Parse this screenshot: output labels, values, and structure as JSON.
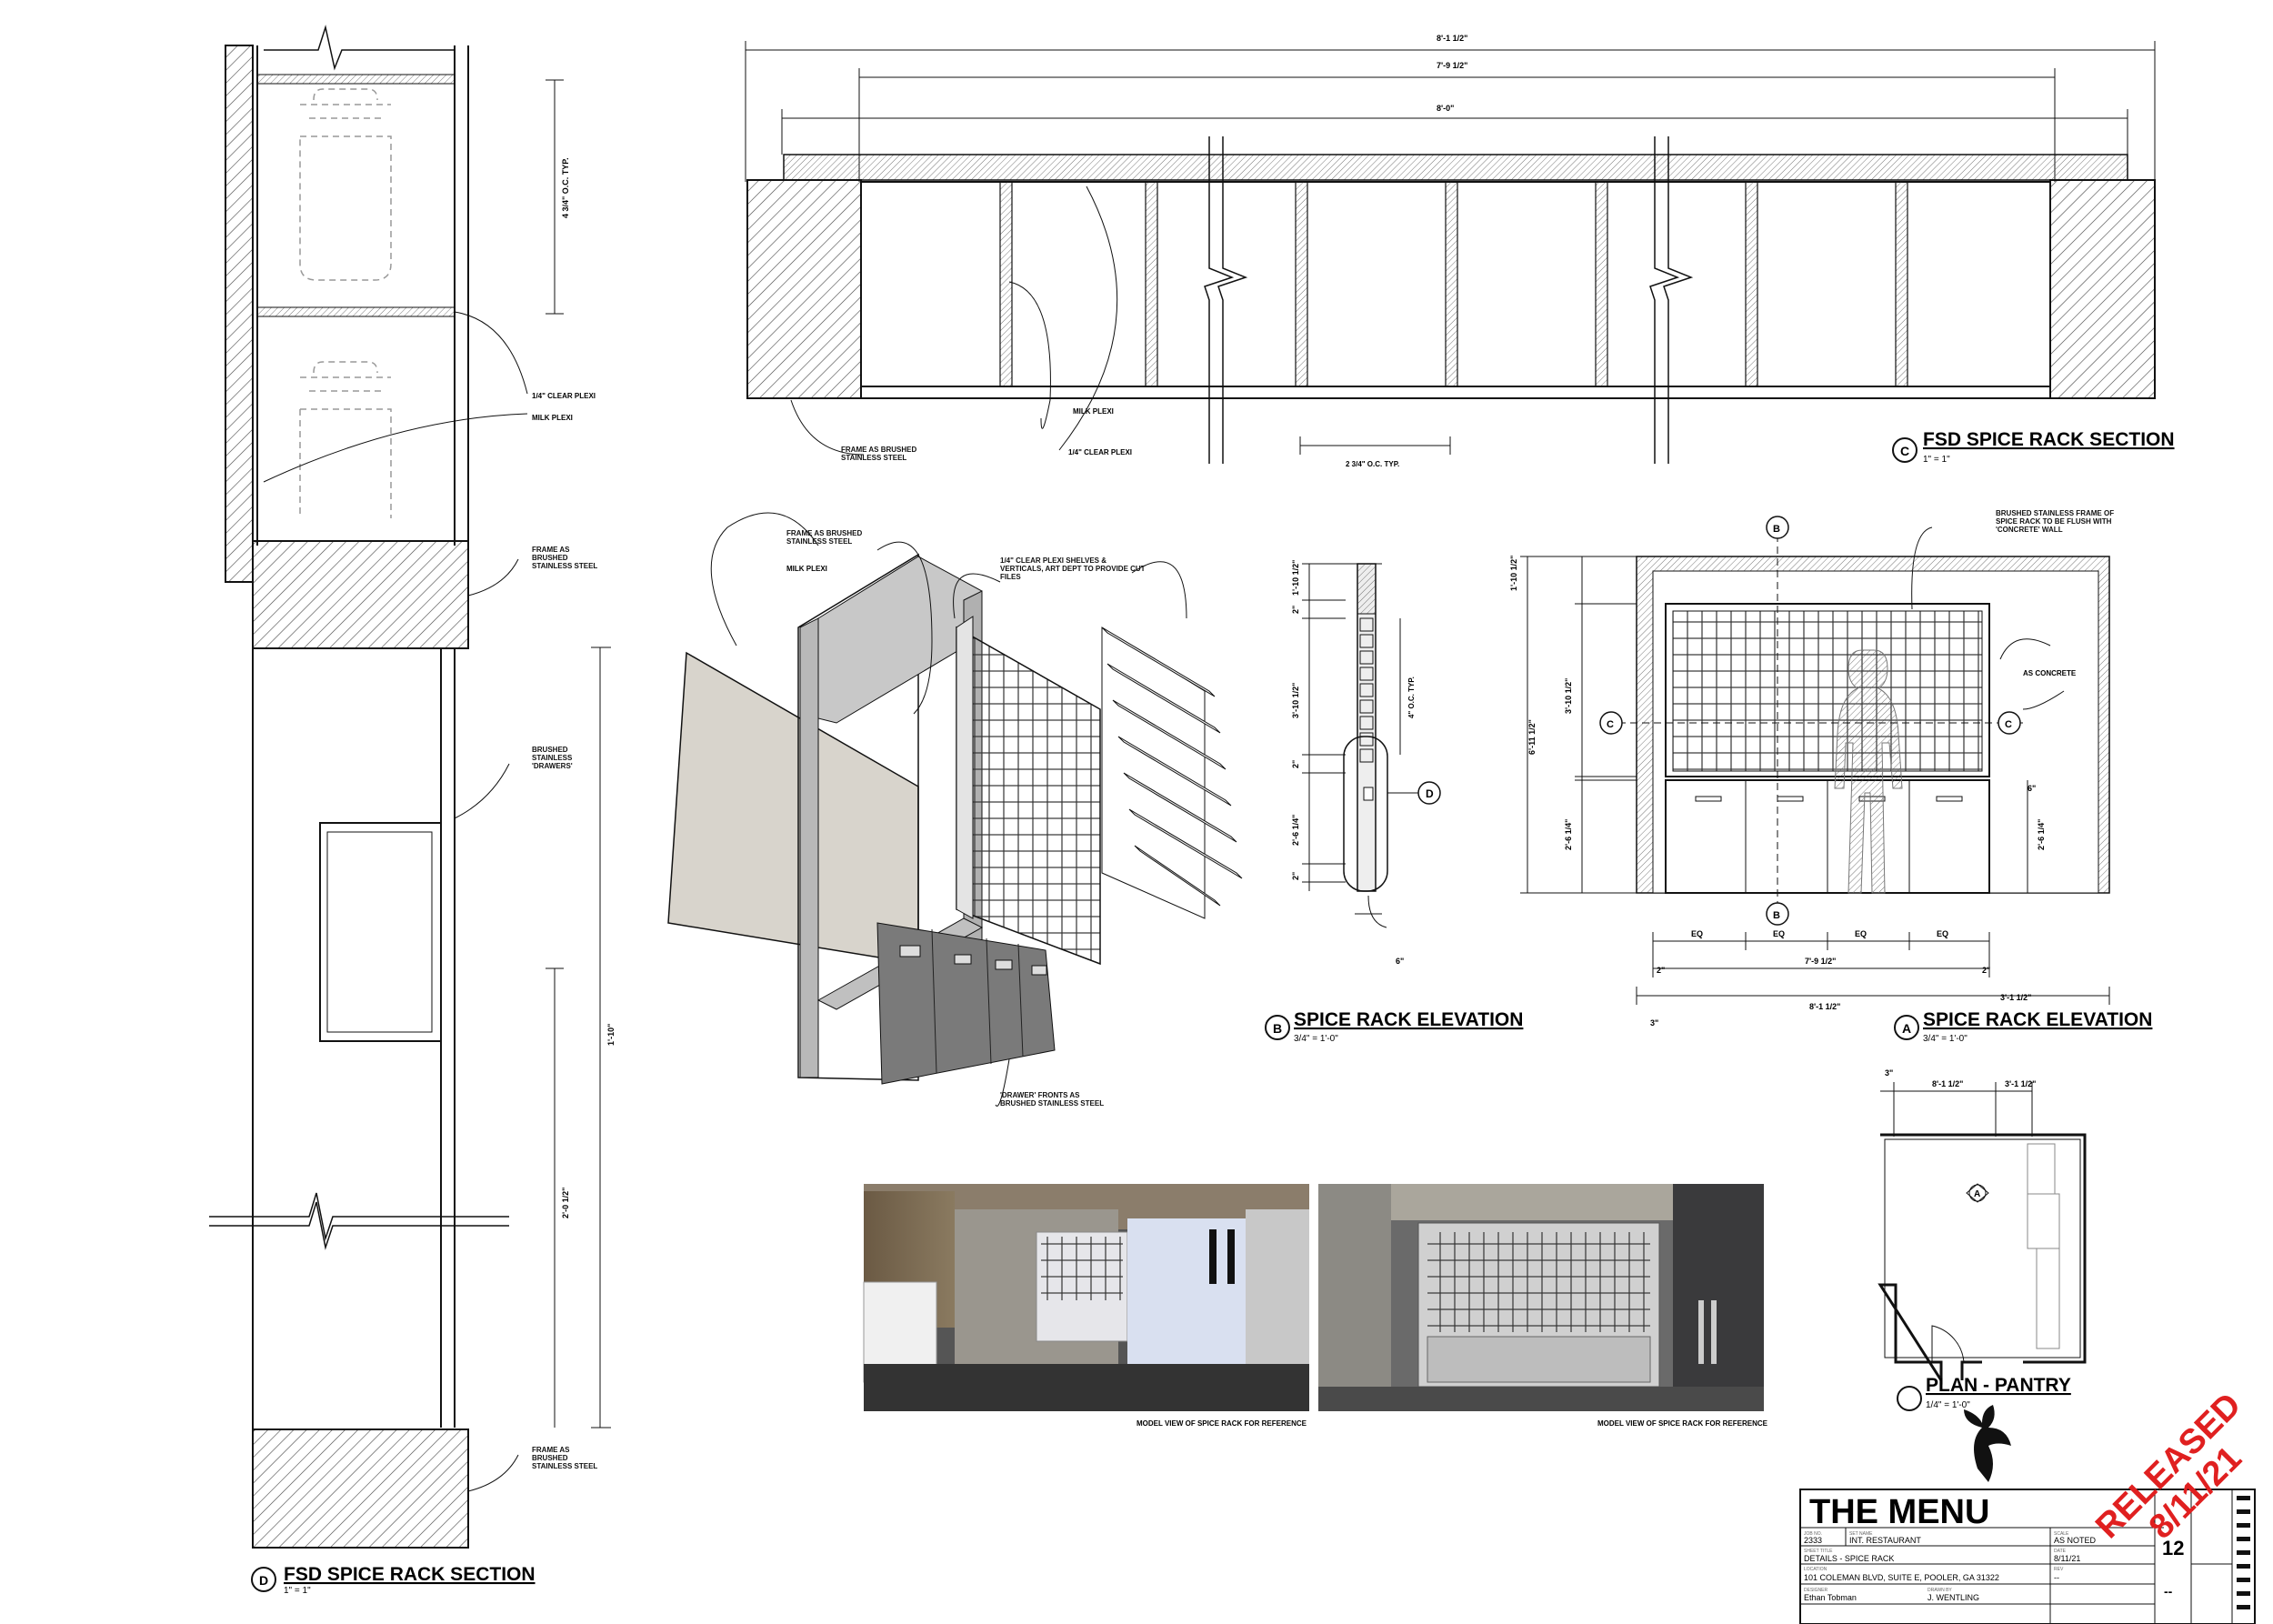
{
  "views": {
    "c_section": {
      "marker": "C",
      "title": "FSD SPICE RACK SECTION",
      "scale": "1\" = 1\""
    },
    "d_section": {
      "marker": "D",
      "title": "FSD SPICE RACK SECTION",
      "scale": "1\" = 1\""
    },
    "b_elevation": {
      "marker": "B",
      "title": "SPICE RACK ELEVATION",
      "scale": "3/4\" = 1'-0\""
    },
    "a_elevation": {
      "marker": "A",
      "title": "SPICE RACK ELEVATION",
      "scale": "3/4\" = 1'-0\""
    },
    "plan": {
      "marker": "",
      "title": "PLAN - PANTRY",
      "scale": "1/4\" = 1'-0\""
    }
  },
  "notes": {
    "clear_plexi": "1/4\" CLEAR PLEXI",
    "milk_plexi": "MILK PLEXI",
    "frame_steel_1": "FRAME AS BRUSHED STAINLESS STEEL",
    "frame_steel_2": "FRAME AS BRUSHED STAINLESS STEEL",
    "frame_steel_3": "FRAME AS BRUSHED STAINLESS STEEL",
    "brushed_drawers": "BRUSHED STAINLESS 'DRAWERS'",
    "oc_typ": "O.C. TYP.",
    "c_milk_plexi": "MILK PLEXI",
    "c_clear_plexi": "1/4\" CLEAR PLEXI",
    "c_frame": "FRAME AS BRUSHED STAINLESS STEEL",
    "c_oc_typ": "2 3/4\" O.C. TYP.",
    "iso_frame": "FRAME AS BRUSHED STAINLESS STEEL",
    "iso_milk": "MILK PLEXI",
    "iso_shelves": "1/4\" CLEAR PLEXI SHELVES & VERTICALS, ART DEPT TO PROVIDE CUT FILES",
    "iso_drawers": "'DRAWER' FRONTS AS BRUSHED STAINLESS STEEL",
    "a_frame_flush": "BRUSHED STAINLESS FRAME OF SPICE RACK TO BE FLUSH WITH 'CONCRETE' WALL",
    "a_concrete": "AS CONCRETE",
    "b_oc_typ": "4\" O.C. TYP.",
    "render_1": "MODEL VIEW OF SPICE RACK FOR REFERENCE",
    "render_2": "MODEL VIEW OF SPICE RACK FOR REFERENCE"
  },
  "dimensions": {
    "c_overall_1": "8'-1 1/2\"",
    "c_overall_2": "7'-9 1/2\"",
    "c_overall_3": "8'-0\"",
    "d_oc": "4 3/4\" O.C. TYP.",
    "d_height": "1'-10\"",
    "d_drawer": "2'-0 1/2\"",
    "b_top": "1'-10 1/2\"",
    "b_2a": "2\"",
    "b_mid": "3'-10 1/2\"",
    "b_2b": "2\"",
    "b_low": "2'-6 1/4\"",
    "b_2c": "2\"",
    "b_base": "6\"",
    "a_top": "1'-10 1/2\"",
    "a_mid": "3'-10 1/2\"",
    "a_total": "6'-11 1/2\"",
    "a_low": "2'-6 1/4\"",
    "a_width_inner": "7'-9 1/2\"",
    "a_width_outer": "8'-1 1/2\"",
    "a_right": "3'-1 1/2\"",
    "a_eq": "EQ",
    "a_6": "6\"",
    "a_2": "2\"",
    "a_3": "3\"",
    "a_drawer_h": "2'-6 1/4\"",
    "plan_a": "8'-1 1/2\"",
    "plan_b": "3'-1 1/2\"",
    "plan_c": "3\""
  },
  "stamp": {
    "line1": "RELEASED",
    "line2": "8/11/21"
  },
  "title_block": {
    "project": "THE MENU",
    "job_no_label": "JOB NO.",
    "job_no": "2333",
    "set_label": "SET NAME",
    "set": "INT. RESTAURANT",
    "scale_label": "SCALE",
    "scale": "AS NOTED",
    "sheet_label": "SHEET TITLE",
    "sheet": "DETAILS - SPICE RACK",
    "date_label": "DATE",
    "date": "8/11/21",
    "location_label": "LOCATION",
    "location": "101 COLEMAN BLVD, SUITE E, POOLER, GA 31322",
    "rev_label": "REV",
    "rev": "--",
    "designer_label": "DESIGNER",
    "designer": "Ethan Tobman",
    "drawn_label": "DRAWN BY",
    "drawn": "J. WENTLING",
    "sheet_no": "12",
    "sheet_sub": "--"
  },
  "colors": {
    "stamp": "#e02020",
    "line": "#111111",
    "hatch": "#444444"
  }
}
